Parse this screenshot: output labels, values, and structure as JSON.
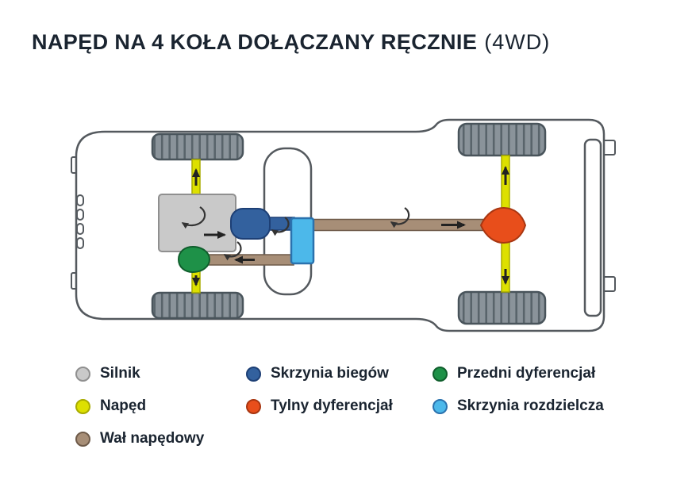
{
  "title": {
    "main": "NAPĘD NA 4 KOŁA DOŁĄCZANY RĘCZNIE",
    "suffix": "(4WD)"
  },
  "colors": {
    "silnik_fill": "#c9c9c9",
    "silnik_border": "#8f8f8f",
    "naped_fill": "#dde000",
    "naped_border": "#a8ab00",
    "wal_fill": "#a78e77",
    "wal_border": "#6e5a49",
    "skrzynia_biegow_fill": "#33619e",
    "skrzynia_biegow_border": "#1d3f75",
    "tylny_dyferencjal_fill": "#e84e1b",
    "tylny_dyferencjal_border": "#a83611",
    "przedni_dyferencjal_fill": "#1e9148",
    "przedni_dyferencjal_border": "#0f5e2c",
    "skrzynia_rozdzielcza_fill": "#4cb8ea",
    "skrzynia_rozdzielcza_border": "#2a72ae",
    "text": "#1a2430",
    "outline": "#54595e",
    "tire_fill": "#8a939a",
    "tire_stroke": "#49545b",
    "arrow": "#222222"
  },
  "legend": {
    "columns": [
      [
        {
          "label": "Silnik",
          "key": "silnik"
        },
        {
          "label": "Napęd",
          "key": "naped"
        },
        {
          "label": "Wał napędowy",
          "key": "wal"
        }
      ],
      [
        {
          "label": "Skrzynia biegów",
          "key": "skrzynia_biegow"
        },
        {
          "label": "Tylny dyferencjał",
          "key": "tylny_dyferencjal"
        }
      ],
      [
        {
          "label": "Przedni dyferencjał",
          "key": "przedni_dyferencjal"
        },
        {
          "label": "Skrzynia rozdzielcza",
          "key": "skrzynia_rozdzielcza"
        }
      ]
    ]
  }
}
